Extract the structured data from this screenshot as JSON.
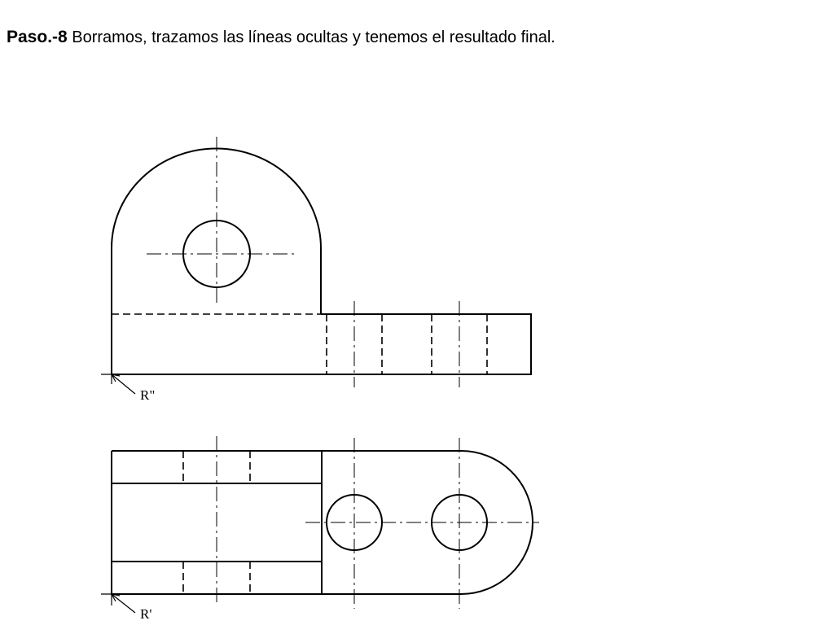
{
  "slide": {
    "step_label": "Paso.-8",
    "description": " Borramos, trazamos las líneas ocultas y tenemos el resultado final."
  },
  "views": {
    "front_view": {
      "reference_label": "R\""
    },
    "top_view": {
      "reference_label": "R'"
    }
  }
}
